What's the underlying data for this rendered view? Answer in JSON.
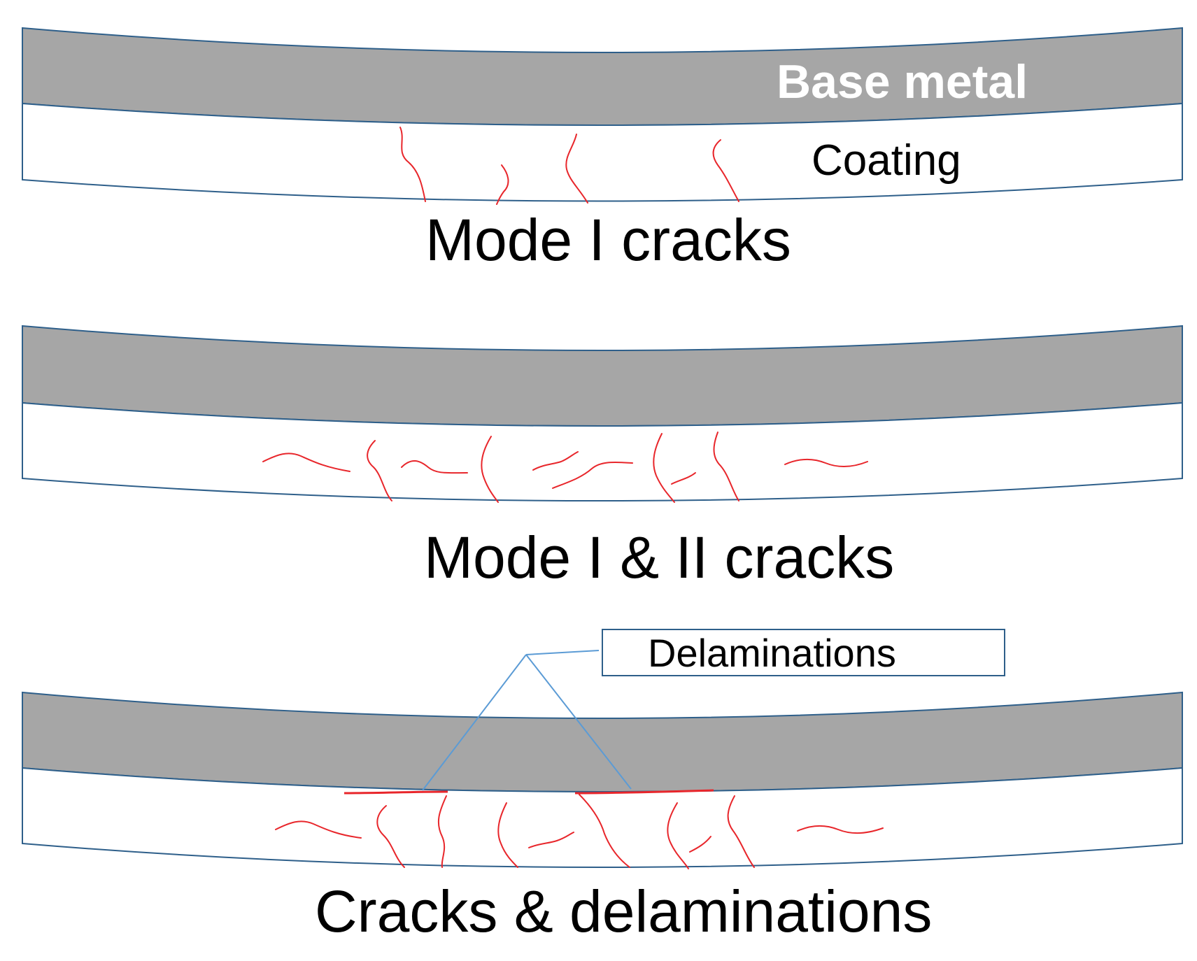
{
  "labels": {
    "base_metal": "Base  metal",
    "coating": "Coating",
    "delaminations": "Delaminations"
  },
  "panels": [
    {
      "id": "mode-1",
      "title": "Mode I cracks"
    },
    {
      "id": "mode-1-2",
      "title": "Mode I & II cracks"
    },
    {
      "id": "cracks-delaminations",
      "title": "Cracks & delaminations"
    }
  ],
  "colors": {
    "base_metal": "#a6a6a6",
    "coating": "#ffffff",
    "outline": "#2e5f8a",
    "crack": "#e8262b",
    "callout_line": "#5b9bd5"
  }
}
